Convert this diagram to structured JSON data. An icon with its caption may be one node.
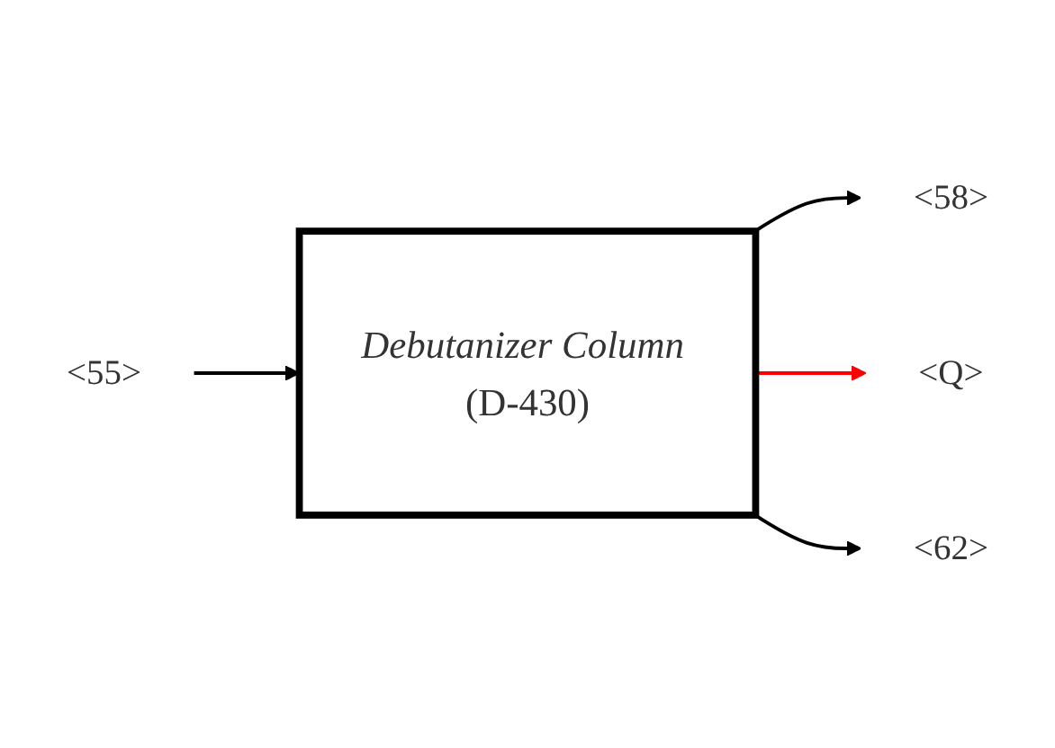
{
  "diagram": {
    "nodes": [
      {
        "text": [
          "<58>"
        ]
      },
      {
        "text": [
          "*Debutanizer Column* (D-430)"
        ]
      },
      {
        "text": [
          "<Q>"
        ]
      },
      {
        "text": [
          "<55>"
        ]
      },
      {
        "text": [
          "<62>"
        ]
      }
    ],
    "edges": [
      {
        "from": 1,
        "to": 0,
        "arrow": "to"
      },
      {
        "from": 1,
        "to": 2,
        "arrow": "to",
        "color": "#ff0000"
      },
      {
        "from": 3,
        "to": 1,
        "arrow": "to"
      },
      {
        "from": 1,
        "to": 4,
        "arrow": "to"
      }
    ]
  }
}
